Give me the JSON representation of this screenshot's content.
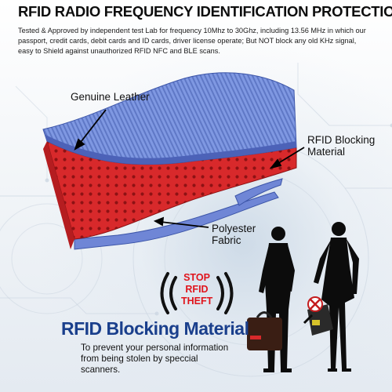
{
  "header": {
    "title": "RFID RADIO FREQUENCY IDENTIFICATION PROTECTION",
    "description": "Tested & Approved by independent test Lab for frequency 10Mhz to 30Ghz, including 13.56 MHz in which our passport, credit cards, debit cards and ID cards, driver license operate; But NOT block any old KHz signal, easy to Shield against unauthorized RFID NFC and BLE scans."
  },
  "diagram": {
    "label_leather": "Genuine Leather",
    "label_rfid_line1": "RFID Blocking",
    "label_rfid_line2": "Material",
    "label_poly_line1": "Polyester",
    "label_poly_line2": "Fabric"
  },
  "badge": {
    "line1": "STOP",
    "line2": "RFID",
    "line3": "THEFT"
  },
  "footer": {
    "title": "RFID Blocking Material",
    "subtitle_line1": "To prevent your personal information",
    "subtitle_line2": "from being stolen by speccial scanners."
  },
  "colors": {
    "accent_blue": "#1a3f8c",
    "badge_red": "#e0141c",
    "layer_blue": "#6f86d6",
    "layer_red": "#d6282a"
  }
}
